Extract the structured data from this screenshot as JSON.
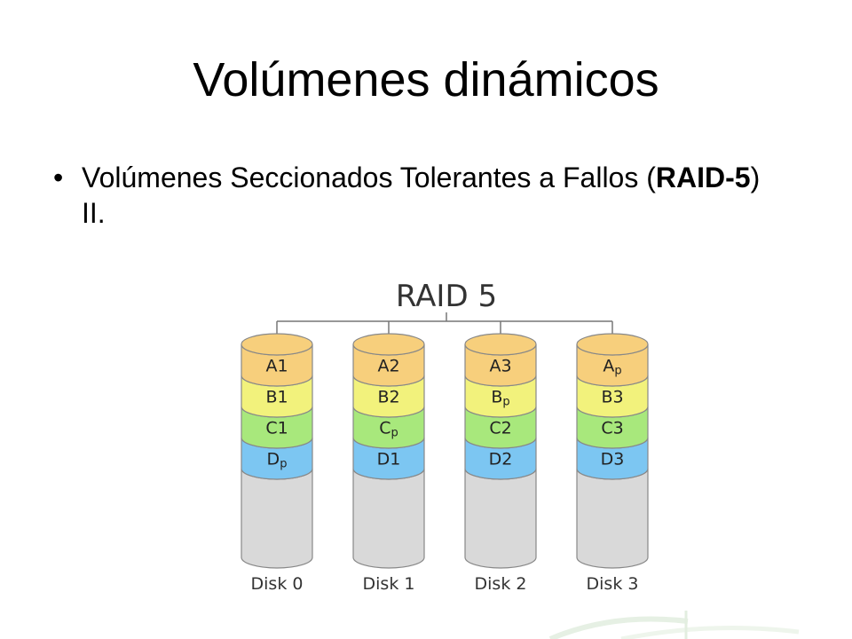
{
  "slide": {
    "title": "Volúmenes dinámicos",
    "bullet": {
      "prefix": "Volúmenes Seccionados Tolerantes a Fallos (",
      "bold": "RAID-5",
      "suffix": ") II."
    }
  },
  "diagram": {
    "title": "RAID 5",
    "colors": {
      "A": "#f7cf7c",
      "B": "#f2f27c",
      "C": "#a8e87c",
      "D": "#7cc6f2",
      "empty": "#d9d9d9",
      "outline": "#888888"
    },
    "block_rows": [
      "A",
      "B",
      "C",
      "D"
    ],
    "disks": [
      {
        "label": "Disk 0",
        "blocks": [
          {
            "base": "A",
            "sub": "1"
          },
          {
            "base": "B",
            "sub": "1"
          },
          {
            "base": "C",
            "sub": "1"
          },
          {
            "base": "D",
            "sub": "p",
            "parity": true
          }
        ]
      },
      {
        "label": "Disk 1",
        "blocks": [
          {
            "base": "A",
            "sub": "2"
          },
          {
            "base": "B",
            "sub": "2"
          },
          {
            "base": "C",
            "sub": "p",
            "parity": true
          },
          {
            "base": "D",
            "sub": "1"
          }
        ]
      },
      {
        "label": "Disk 2",
        "blocks": [
          {
            "base": "A",
            "sub": "3"
          },
          {
            "base": "B",
            "sub": "p",
            "parity": true
          },
          {
            "base": "C",
            "sub": "2"
          },
          {
            "base": "D",
            "sub": "2"
          }
        ]
      },
      {
        "label": "Disk 3",
        "blocks": [
          {
            "base": "A",
            "sub": "p",
            "parity": true
          },
          {
            "base": "B",
            "sub": "3"
          },
          {
            "base": "C",
            "sub": "3"
          },
          {
            "base": "D",
            "sub": "3"
          }
        ]
      }
    ]
  }
}
